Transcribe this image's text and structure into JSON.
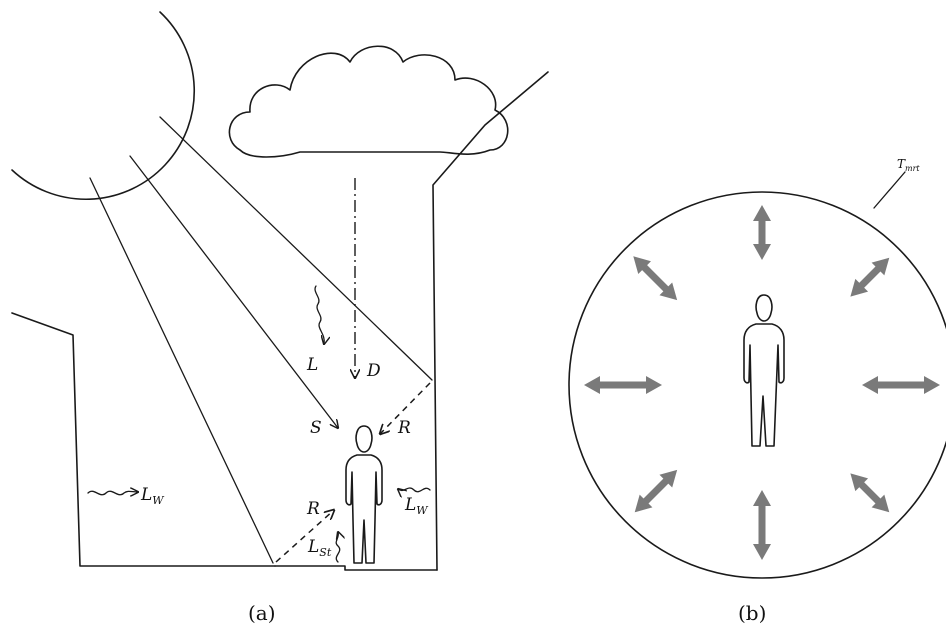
{
  "panel_a": {
    "labels": {
      "longwave_sky": "L",
      "diffuse": "D",
      "direct": "S",
      "reflected_upper": "R",
      "reflected_lower": "R",
      "longwave_wall_left": "L",
      "longwave_wall_left_sub": "W",
      "longwave_wall_right": "L",
      "longwave_wall_right_sub": "W",
      "longwave_street": "L",
      "longwave_street_sub": "St"
    },
    "caption": "(a)"
  },
  "panel_b": {
    "labels": {
      "mrt": "T",
      "mrt_sub": "mrt"
    },
    "caption": "(b)"
  }
}
